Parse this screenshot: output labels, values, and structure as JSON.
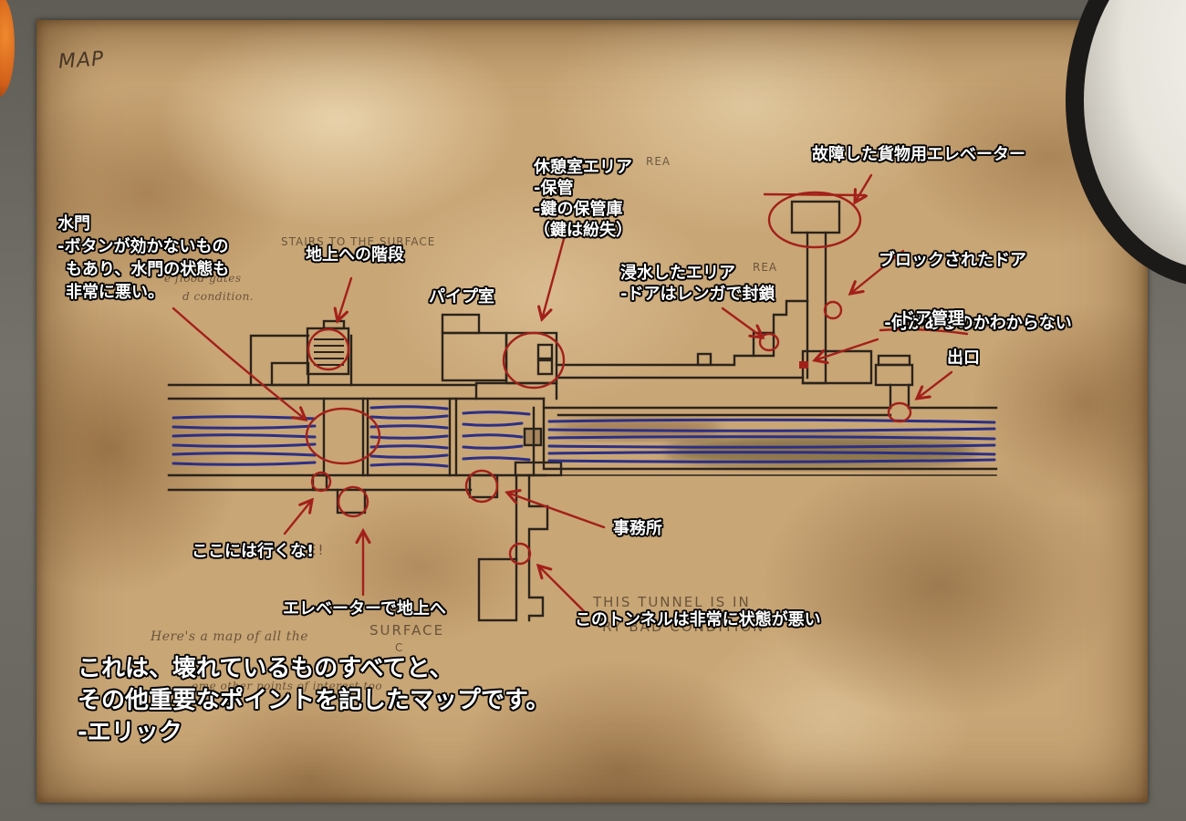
{
  "labels": {
    "broken_freight_elevator": "故障した貨物用エレベーター",
    "break_room": [
      "休憩室エリア",
      "-保管",
      "-鍵の保管庫",
      "（鍵は紛失）"
    ],
    "blocked_door": [
      "ブロックされたドア",
      " -何があるのかわからない"
    ],
    "flood_gate": [
      "水門",
      "-ボタンが効かないもの",
      "もあり、水門の状態も",
      "非常に悪い。"
    ],
    "stairs_to_surface": "地上への階段",
    "flooded_area": [
      "浸水したエリア",
      "-ドアはレンガで封鎖"
    ],
    "pipe_room": "パイプ室",
    "door_controls": "ドア管理",
    "exit": "出口",
    "office": "事務所",
    "dont_go_here": "ここには行くな!",
    "elevator_to_surface": "エレベーターで地上へ",
    "bad_tunnel": "このトンネルは非常に状態が悪い"
  },
  "note": [
    "これは、壊れているものすべてと、",
    "その他重要なポイントを記したマップです。",
    "-エリック"
  ],
  "handwritten": {
    "map_title": "MAP",
    "stairs": "STAIRS TO THE SURFACE",
    "flood_gates": "e flood gates",
    "flood_condition": "d condition.",
    "break_area": "REA",
    "flooded_area": "REA",
    "door_controls": "DOOR CONTROLS",
    "tunnel_line_1": "THIS TUNNEL IS IN",
    "tunnel_line_2": "RY BAD CONDITION",
    "surface": "SURFACE",
    "surface_c": "C",
    "note_line_1": "Here's a map of all the",
    "note_line_2": "ome other points of interest too",
    "dont_go": "E!"
  },
  "colors": {
    "paper": "#c9a676",
    "ink": "#2b231b",
    "water": "#2c2f86",
    "marker_red": "#a3201a",
    "label_text": "#ffffff",
    "label_outline": "#000000",
    "table": "#6d6b62"
  }
}
